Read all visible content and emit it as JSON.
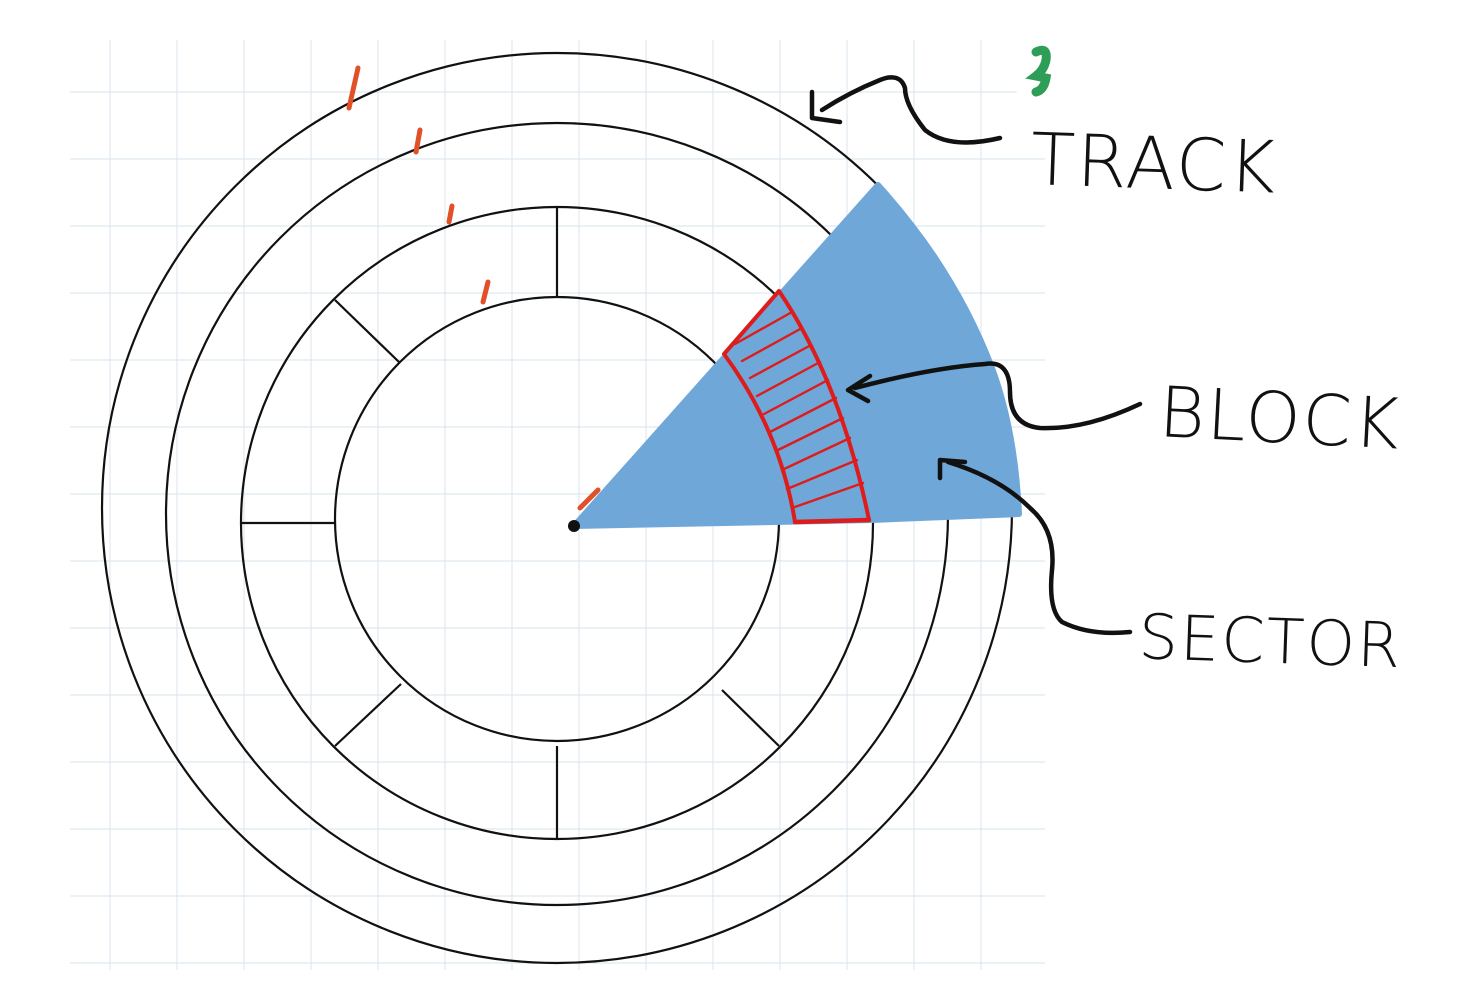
{
  "labels": {
    "track": "TRACK",
    "block": "BLOCK",
    "sector": "SECTOR"
  },
  "colors": {
    "outer_track": "#e4d4fb",
    "yellow_track": "#ffff33",
    "block_ring": "#d9fdd0",
    "inner_disk": "#e4d4fb",
    "sector": "#6fa8d8",
    "block_highlight": "#dd1c1c",
    "ink": "#111111",
    "tick_marks": "#e2502a",
    "grid": "#dfe9f1"
  }
}
